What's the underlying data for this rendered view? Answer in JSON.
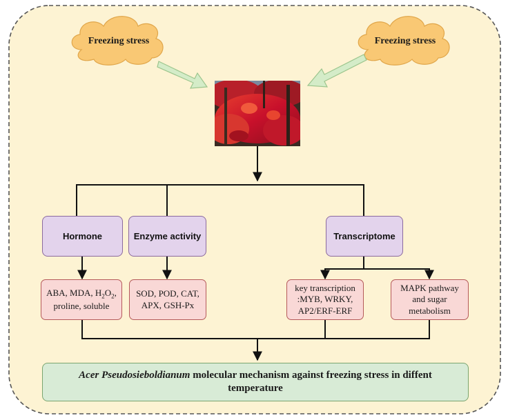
{
  "clouds": {
    "left_label": "Freezing stress",
    "right_label": "Freezing stress"
  },
  "photo": {
    "subject": "red maple foliage"
  },
  "categories": {
    "hormone": "Hormone",
    "enzyme": "Enzyme activity",
    "transcriptome": "Transcriptome"
  },
  "details": {
    "hormone_line1_a": "ABA, MDA, H",
    "hormone_sub_2a": "2",
    "hormone_o": "O",
    "hormone_sub_2b": "2",
    "hormone_comma": ",",
    "hormone_line2": "proline,  soluble",
    "enzyme_line1": "SOD, POD, CAT,",
    "enzyme_line2": "APX, GSH-Px",
    "tf_line1": "key transcription",
    "tf_line2": ":MYB, WRKY,",
    "tf_line3": "AP2/ERF-ERF",
    "mapk_line1": "MAPK pathway",
    "mapk_line2": "and sugar",
    "mapk_line3": "metabolism"
  },
  "conclusion": {
    "species": "Acer Pseudosieboldianum",
    "text": " molecular mechanism against freezing stress in diffent",
    "line2": "temperature"
  },
  "colors": {
    "background_panel": "#fdf3d3",
    "cloud_fill": "#f9c874",
    "arrow_green": "#d4ecc8",
    "purple_box": "#e3d3ec",
    "pink_box": "#f9d8d6",
    "green_box": "#d8ebd6"
  }
}
